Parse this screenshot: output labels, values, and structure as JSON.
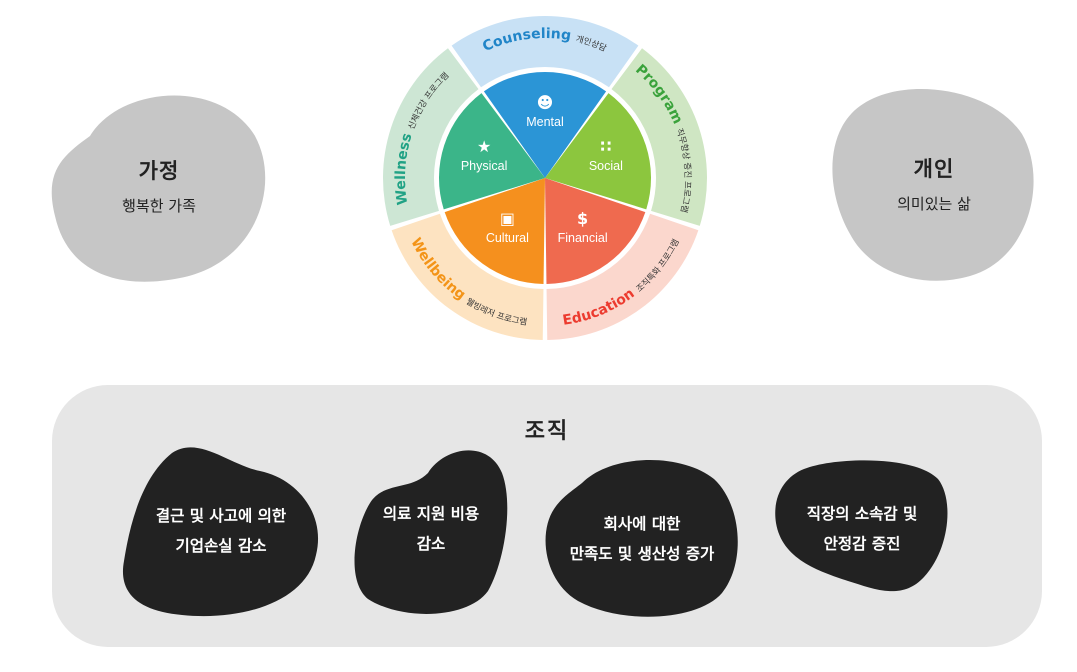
{
  "family": {
    "title": "가정",
    "subtitle": "행복한 가족",
    "color": "#c6c6c6"
  },
  "individual": {
    "title": "개인",
    "subtitle": "의미있는 삶",
    "color": "#c6c6c6"
  },
  "wheel": {
    "inner": [
      {
        "label": "Mental",
        "color": "#2b95d6",
        "icon": "head-icon"
      },
      {
        "label": "Social",
        "color": "#8cc63e",
        "icon": "people-icon"
      },
      {
        "label": "Financial",
        "color": "#ef6a4f",
        "icon": "dollar-icon"
      },
      {
        "label": "Cultural",
        "color": "#f5901e",
        "icon": "camera-icon"
      },
      {
        "label": "Physical",
        "color": "#3bb589",
        "icon": "runner-icon"
      }
    ],
    "outer": [
      {
        "title": "Counseling",
        "sub": "개인상담",
        "bg": "#c8e1f5",
        "fg": "#2185c8"
      },
      {
        "title": "Program",
        "sub": "직무향상 증진 프로그램",
        "bg": "#cfe6c3",
        "fg": "#3aa23b"
      },
      {
        "title": "Education",
        "sub": "조직특화 프로그램",
        "bg": "#fbd7cd",
        "fg": "#ec3b2f"
      },
      {
        "title": "Wellbeing",
        "sub": "웰빙레저 프로그램",
        "bg": "#fde3c1",
        "fg": "#f39418"
      },
      {
        "title": "Wellness",
        "sub": "신체건강 프로그램",
        "bg": "#cde6d4",
        "fg": "#20a285"
      }
    ]
  },
  "organization": {
    "title": "조직",
    "items": [
      {
        "line1": "결근 및 사고에 의한",
        "line2": "기업손실 감소"
      },
      {
        "line1": "의료 지원 비용",
        "line2": "감소"
      },
      {
        "line1": "회사에 대한",
        "line2": "만족도 및 생산성 증가"
      },
      {
        "line1": "직장의 소속감 및",
        "line2": "안정감 증진"
      }
    ]
  }
}
